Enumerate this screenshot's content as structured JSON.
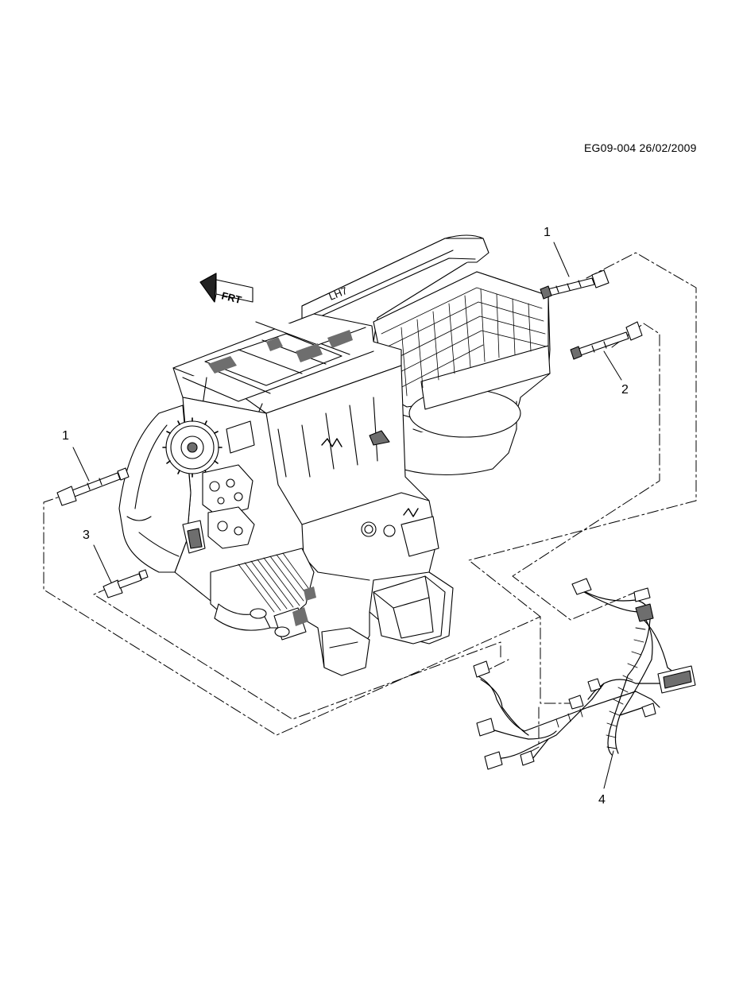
{
  "document": {
    "reference": "EG09-004 26/02/2009"
  },
  "orientation_marker": {
    "label": "FRT",
    "icon": "front-direction-arrow-icon"
  },
  "housing_marking": "LH7",
  "callouts": [
    {
      "id": "callout-1-top",
      "label": "1"
    },
    {
      "id": "callout-2",
      "label": "2"
    },
    {
      "id": "callout-1-left",
      "label": "1"
    },
    {
      "id": "callout-3",
      "label": "3"
    },
    {
      "id": "callout-4",
      "label": "4"
    }
  ],
  "colors": {
    "line": "#000000",
    "fill": "#ffffff",
    "shade": "#6e6e6e",
    "light_shade": "#cfcfcf"
  }
}
